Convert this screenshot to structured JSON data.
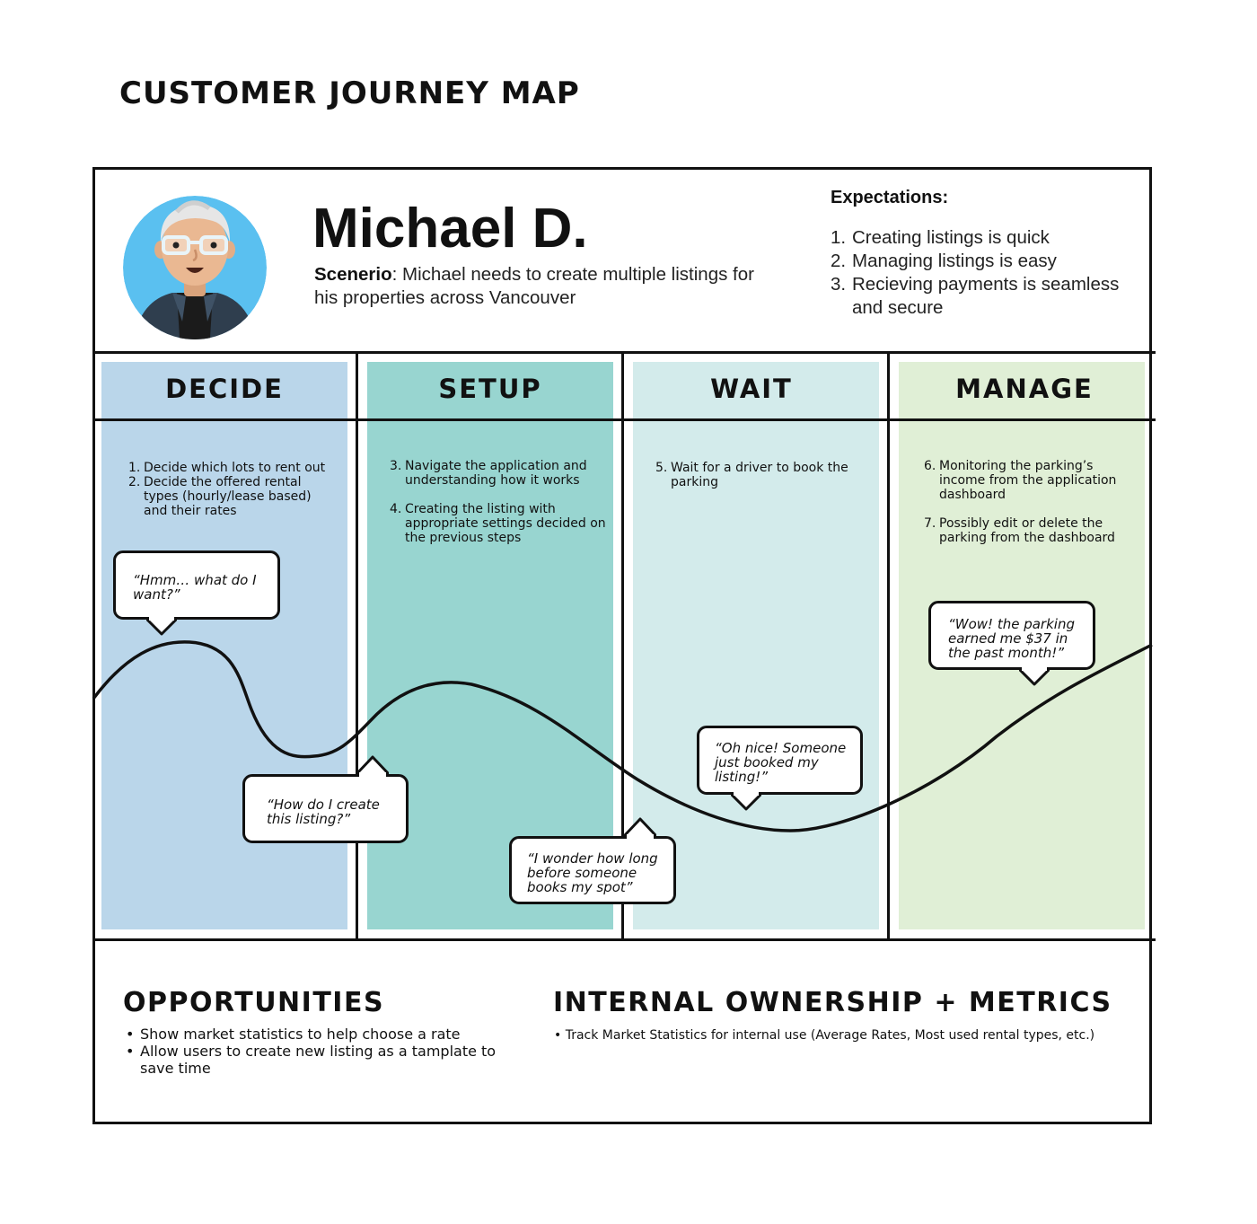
{
  "title": "CUSTOMER JOURNEY MAP",
  "persona": {
    "name": "Michael D.",
    "scenario_label": "Scenerio",
    "scenario_text": ": Michael needs to create multiple listings for his properties across Vancouver"
  },
  "expectations": {
    "heading": "Expectations:",
    "items": [
      {
        "num": "1.",
        "text": "Creating listings is quick"
      },
      {
        "num": "2.",
        "text": "Managing listings is easy"
      },
      {
        "num": "3.",
        "text": "Recieving payments is seamless and secure"
      }
    ]
  },
  "colors": {
    "decide": "#bad6ea",
    "setup": "#98d5d0",
    "wait": "#d3ebeb",
    "manage": "#e0efd6",
    "avatar_bg": "#5ac0f0"
  },
  "stages": [
    {
      "title": "DECIDE",
      "steps": [
        {
          "num": "1.",
          "text": "Decide which lots to rent out"
        },
        {
          "num": "2.",
          "text": "Decide the offered rental types (hourly/lease based) and their rates"
        }
      ]
    },
    {
      "title": "SETUP",
      "steps": [
        {
          "num": "3.",
          "text": "Navigate the application and understanding how it works"
        },
        {
          "num": "4.",
          "text": "Creating the listing with appropriate settings decided on the previous steps"
        }
      ]
    },
    {
      "title": "WAIT",
      "steps": [
        {
          "num": "5.",
          "text": "Wait for a driver to book the parking"
        }
      ]
    },
    {
      "title": "MANAGE",
      "steps": [
        {
          "num": "6.",
          "text": "Monitoring the parking’s income from the application dashboard"
        },
        {
          "num": "7.",
          "text": "Possibly edit or delete the parking from the dashboard"
        }
      ]
    }
  ],
  "quotes": [
    {
      "line1": "“Hmm… what do I",
      "line2": "want?”",
      "line3": ""
    },
    {
      "line1": "“How do I create",
      "line2": "this listing?”",
      "line3": ""
    },
    {
      "line1": "“I wonder how long",
      "line2": "before someone",
      "line3": "books my spot”"
    },
    {
      "line1": "“Oh nice! Someone",
      "line2": "just booked my",
      "line3": "listing!”"
    },
    {
      "line1": "“Wow! the parking",
      "line2": "earned me $37 in",
      "line3": "the past month!”"
    }
  ],
  "opportunities": {
    "heading": "OPPORTUNITIES",
    "items": [
      "Show market statistics to help choose a rate",
      "Allow users to create new listing as a tamplate to save time"
    ]
  },
  "metrics": {
    "heading": "INTERNAL OWNERSHIP + METRICS",
    "items": [
      "• Track Market Statistics for internal use (Average Rates, Most used rental types, etc.)"
    ]
  }
}
